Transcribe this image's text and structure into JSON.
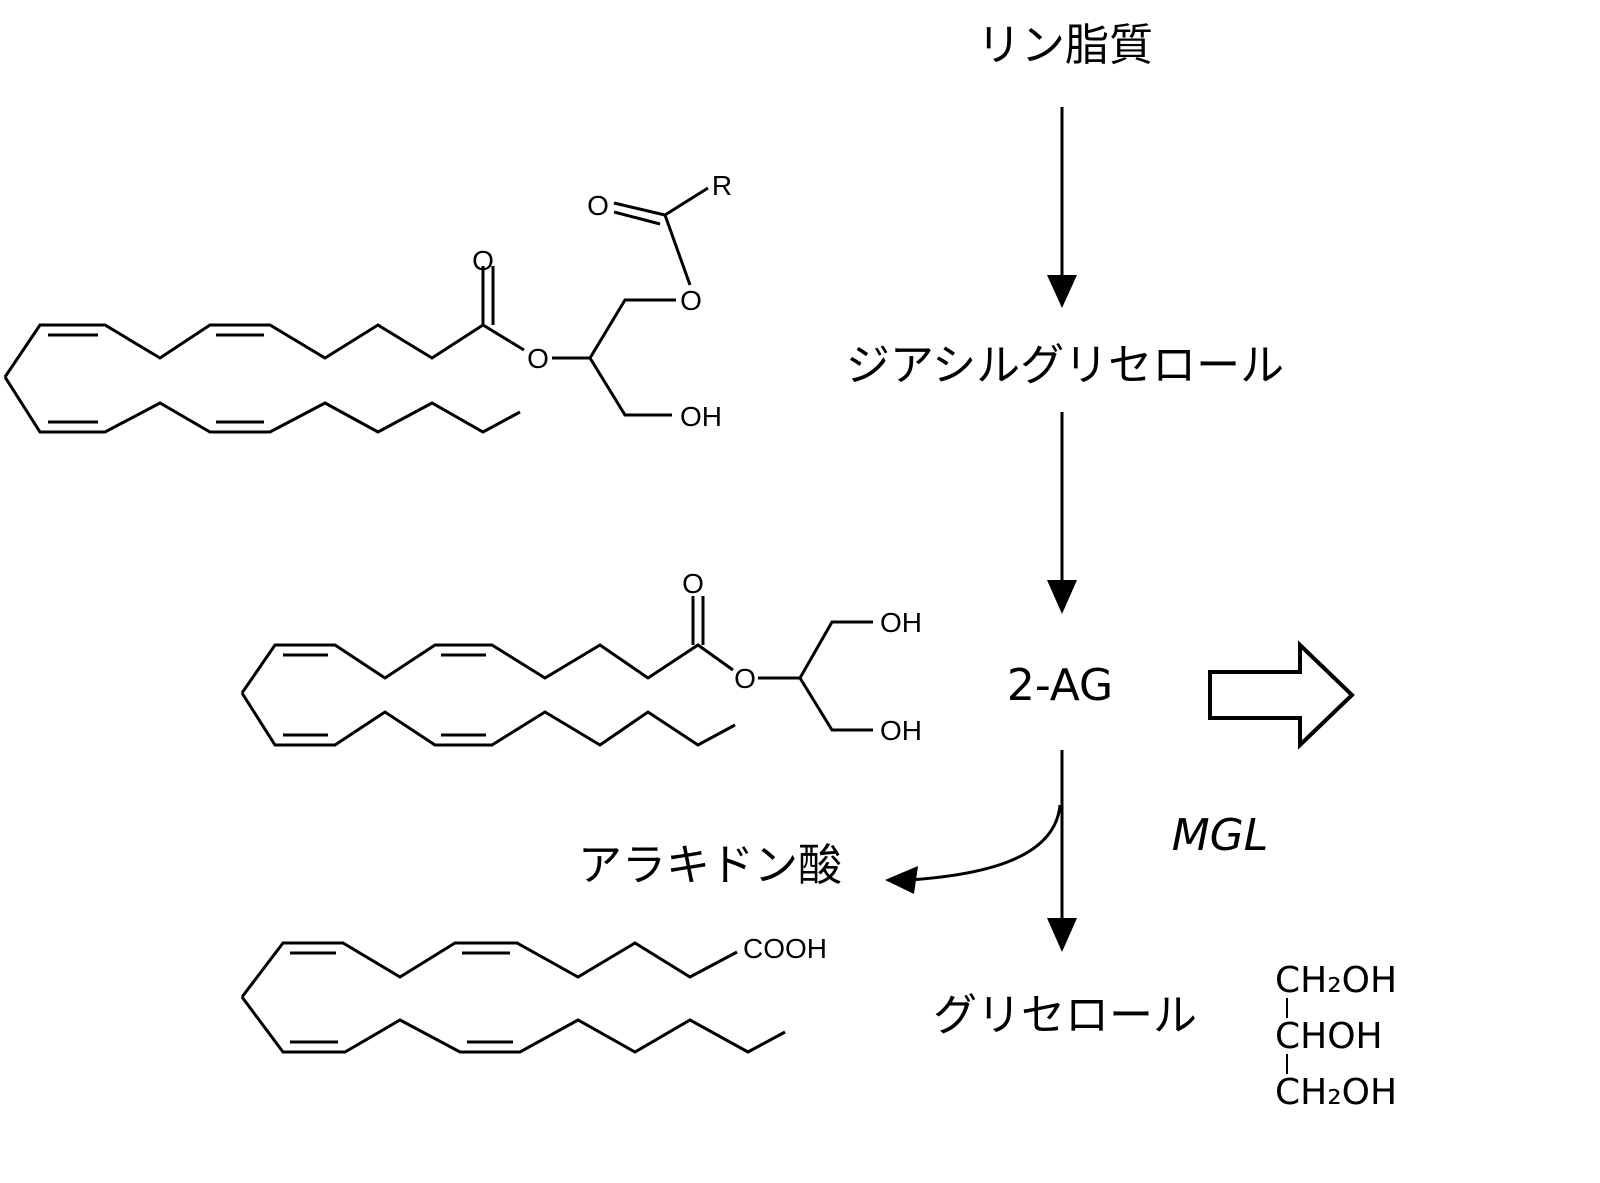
{
  "labels": {
    "phospholipid": "リン脂質",
    "diacylglycerol": "ジアシルグリセロール",
    "two_ag": "2-AG",
    "mgl": "MGL",
    "arachidonic_acid": "アラキドン酸",
    "glycerol": "グリセロール"
  },
  "atoms": {
    "o": "O",
    "r": "R",
    "oh": "OH",
    "cooh": "COOH"
  },
  "glycerol_formula": {
    "line1": "CH₂OH",
    "line2": "CHOH",
    "line3": "CH₂OH"
  }
}
